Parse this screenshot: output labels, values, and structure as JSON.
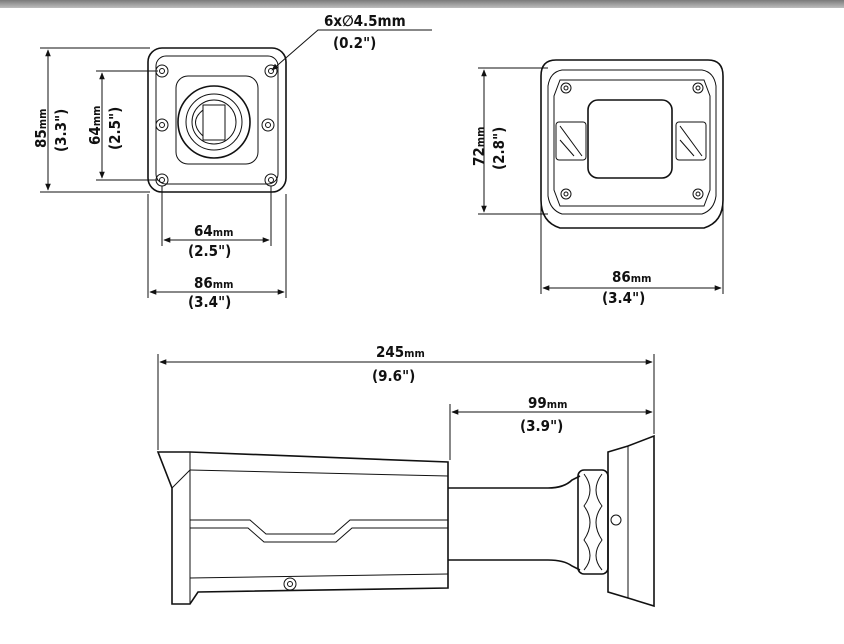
{
  "front_mount": {
    "hole_label": "6x∅4.5mm",
    "hole_inch": "(0.2\")",
    "height_outer_mm": "85",
    "height_outer_in": "(3.3\")",
    "height_inner_mm": "64",
    "height_inner_in": "(2.5\")",
    "width_inner_mm": "64",
    "width_inner_in": "(2.5\")",
    "width_outer_mm": "86",
    "width_outer_in": "(3.4\")"
  },
  "front_camera": {
    "height_mm": "72",
    "height_in": "(2.8\")",
    "width_mm": "86",
    "width_in": "(3.4\")"
  },
  "side_view": {
    "length_mm": "245",
    "length_in": "(9.6\")",
    "bracket_mm": "99",
    "bracket_in": "(3.9\")"
  },
  "unit": "mm"
}
